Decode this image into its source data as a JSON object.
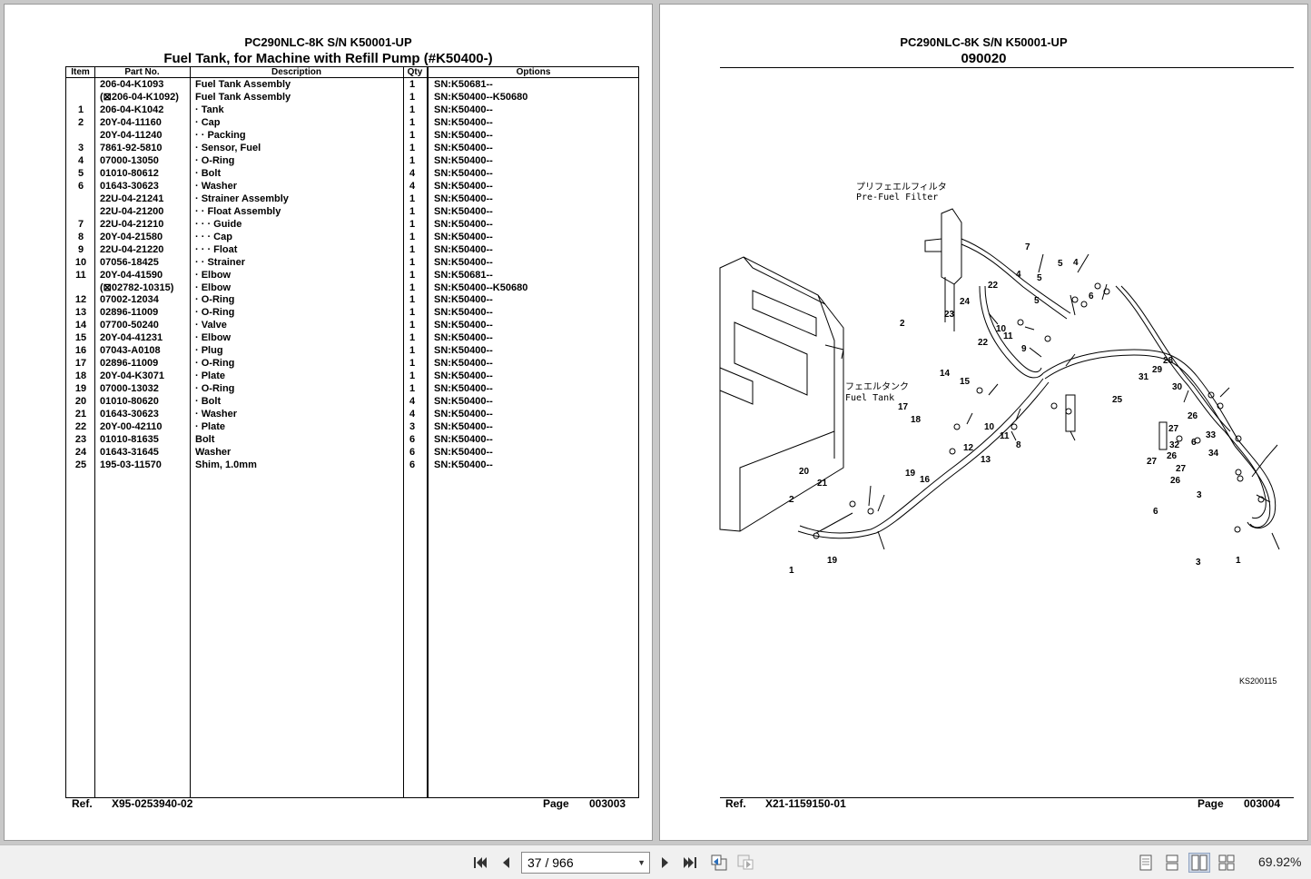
{
  "left_page": {
    "model": "PC290NLC-8K S/N K50001-UP",
    "title": "Fuel Tank, for Machine with Refill Pump (#K50400-)",
    "columns": [
      "Item",
      "Part No.",
      "Description",
      "Qty",
      "Options"
    ],
    "rows": [
      {
        "item": "",
        "part": "206-04-K1093",
        "desc": "Fuel Tank Assembly",
        "qty": "1",
        "opt": "SN:K50681--"
      },
      {
        "item": "",
        "part": "(⊠206-04-K1092)",
        "desc": "Fuel Tank Assembly",
        "qty": "1",
        "opt": "SN:K50400--K50680"
      },
      {
        "item": "1",
        "part": "206-04-K1042",
        "desc": "· Tank",
        "qty": "1",
        "opt": "SN:K50400--"
      },
      {
        "item": "2",
        "part": "20Y-04-11160",
        "desc": "· Cap",
        "qty": "1",
        "opt": "SN:K50400--"
      },
      {
        "item": "",
        "part": "20Y-04-11240",
        "desc": "· · Packing",
        "qty": "1",
        "opt": "SN:K50400--"
      },
      {
        "item": "3",
        "part": "7861-92-5810",
        "desc": "· Sensor, Fuel",
        "qty": "1",
        "opt": "SN:K50400--"
      },
      {
        "item": "4",
        "part": "07000-13050",
        "desc": "· O-Ring",
        "qty": "1",
        "opt": "SN:K50400--"
      },
      {
        "item": "5",
        "part": "01010-80612",
        "desc": "· Bolt",
        "qty": "4",
        "opt": "SN:K50400--"
      },
      {
        "item": "6",
        "part": "01643-30623",
        "desc": "· Washer",
        "qty": "4",
        "opt": "SN:K50400--"
      },
      {
        "item": "",
        "part": "22U-04-21241",
        "desc": "· Strainer Assembly",
        "qty": "1",
        "opt": "SN:K50400--"
      },
      {
        "item": "",
        "part": "22U-04-21200",
        "desc": "· · Float Assembly",
        "qty": "1",
        "opt": "SN:K50400--"
      },
      {
        "item": "7",
        "part": "22U-04-21210",
        "desc": "· · · Guide",
        "qty": "1",
        "opt": "SN:K50400--"
      },
      {
        "item": "8",
        "part": "20Y-04-21580",
        "desc": "· · · Cap",
        "qty": "1",
        "opt": "SN:K50400--"
      },
      {
        "item": "9",
        "part": "22U-04-21220",
        "desc": "· · · Float",
        "qty": "1",
        "opt": "SN:K50400--"
      },
      {
        "item": "10",
        "part": "07056-18425",
        "desc": "· · Strainer",
        "qty": "1",
        "opt": "SN:K50400--"
      },
      {
        "item": "11",
        "part": "20Y-04-41590",
        "desc": "· Elbow",
        "qty": "1",
        "opt": "SN:K50681--"
      },
      {
        "item": "",
        "part": "(⊠02782-10315)",
        "desc": "· Elbow",
        "qty": "1",
        "opt": "SN:K50400--K50680"
      },
      {
        "item": "12",
        "part": "07002-12034",
        "desc": "· O-Ring",
        "qty": "1",
        "opt": "SN:K50400--"
      },
      {
        "item": "13",
        "part": "02896-11009",
        "desc": "· O-Ring",
        "qty": "1",
        "opt": "SN:K50400--"
      },
      {
        "item": "14",
        "part": "07700-50240",
        "desc": "· Valve",
        "qty": "1",
        "opt": "SN:K50400--"
      },
      {
        "item": "15",
        "part": "20Y-04-41231",
        "desc": "· Elbow",
        "qty": "1",
        "opt": "SN:K50400--"
      },
      {
        "item": "16",
        "part": "07043-A0108",
        "desc": "· Plug",
        "qty": "1",
        "opt": "SN:K50400--"
      },
      {
        "item": "17",
        "part": "02896-11009",
        "desc": "· O-Ring",
        "qty": "1",
        "opt": "SN:K50400--"
      },
      {
        "item": "18",
        "part": "20Y-04-K3071",
        "desc": "· Plate",
        "qty": "1",
        "opt": "SN:K50400--"
      },
      {
        "item": "19",
        "part": "07000-13032",
        "desc": "· O-Ring",
        "qty": "1",
        "opt": "SN:K50400--"
      },
      {
        "item": "20",
        "part": "01010-80620",
        "desc": "· Bolt",
        "qty": "4",
        "opt": "SN:K50400--"
      },
      {
        "item": "21",
        "part": "01643-30623",
        "desc": "· Washer",
        "qty": "4",
        "opt": "SN:K50400--"
      },
      {
        "item": "22",
        "part": "20Y-00-42110",
        "desc": "· Plate",
        "qty": "3",
        "opt": "SN:K50400--"
      },
      {
        "item": "23",
        "part": "01010-81635",
        "desc": "Bolt",
        "qty": "6",
        "opt": "SN:K50400--"
      },
      {
        "item": "24",
        "part": "01643-31645",
        "desc": "Washer",
        "qty": "6",
        "opt": "SN:K50400--"
      },
      {
        "item": "25",
        "part": "195-03-11570",
        "desc": "Shim, 1.0mm",
        "qty": "6",
        "opt": "SN:K50400--"
      }
    ],
    "ref_label": "Ref.",
    "ref_value": "X95-0253940-02",
    "page_label": "Page",
    "page_value": "003003"
  },
  "right_page": {
    "model": "PC290NLC-8K S/N K50001-UP",
    "title": "090020",
    "jp_filter": "プリフェエルフィルタ",
    "en_filter": "Pre-Fuel Filter",
    "jp_tank": "フェエルタンク",
    "en_tank": "Fuel Tank",
    "drawing_code": "KS200115",
    "callouts": [
      "7",
      "22",
      "4",
      "5",
      "4",
      "5",
      "6",
      "24",
      "5",
      "23",
      "2",
      "10",
      "22",
      "11",
      "9",
      "14",
      "15",
      "17",
      "18",
      "10",
      "11",
      "8",
      "12",
      "13",
      "19",
      "16",
      "20",
      "21",
      "2",
      "19",
      "1",
      "25",
      "31",
      "29",
      "28",
      "30",
      "26",
      "27",
      "32",
      "26",
      "27",
      "33",
      "34",
      "27",
      "26",
      "6",
      "3",
      "6",
      "3",
      "1"
    ],
    "ref_label": "Ref.",
    "ref_value": "X21-1159150-01",
    "page_label": "Page",
    "page_value": "003004"
  },
  "toolbar": {
    "page_current": "37 / 966",
    "zoom": "69.92%"
  }
}
